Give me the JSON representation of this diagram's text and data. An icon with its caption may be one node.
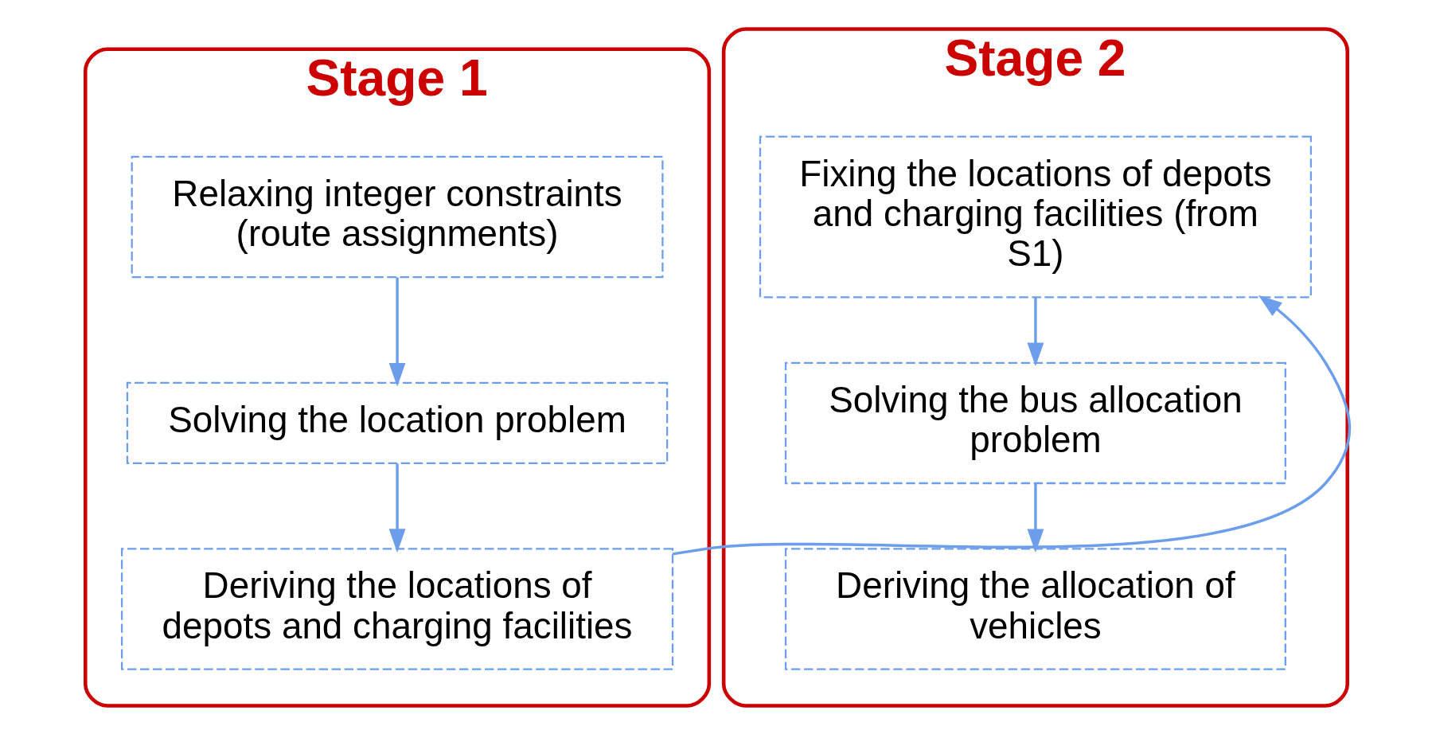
{
  "diagram": {
    "nodes": [
      {
        "text": [
          "Stage 1"
        ]
      },
      {
        "text": [
          "Relaxing integer constraints (route assignments)"
        ],
        "in": 0
      },
      {
        "text": [
          "Solving the location problem"
        ],
        "in": 0
      },
      {
        "text": [
          "Deriving the locations of depots and charging facilities"
        ],
        "in": 0
      },
      {
        "text": [
          "Stage 2"
        ]
      },
      {
        "text": [
          "Fixing the locations of depots and charging facilities (from S1)"
        ],
        "in": 4
      },
      {
        "text": [
          "Solving the bus allocation problem"
        ],
        "in": 4
      },
      {
        "text": [
          "Deriving the allocation of vehicles"
        ],
        "in": 4
      }
    ],
    "edges": [
      {
        "from": 1,
        "to": 2,
        "arrow": "to"
      },
      {
        "from": 2,
        "to": 3,
        "arrow": "to"
      },
      {
        "from": 3,
        "to": 5,
        "arrow": "to"
      },
      {
        "from": 5,
        "to": 6,
        "arrow": "to"
      },
      {
        "from": 6,
        "to": 7,
        "arrow": "to"
      }
    ]
  }
}
